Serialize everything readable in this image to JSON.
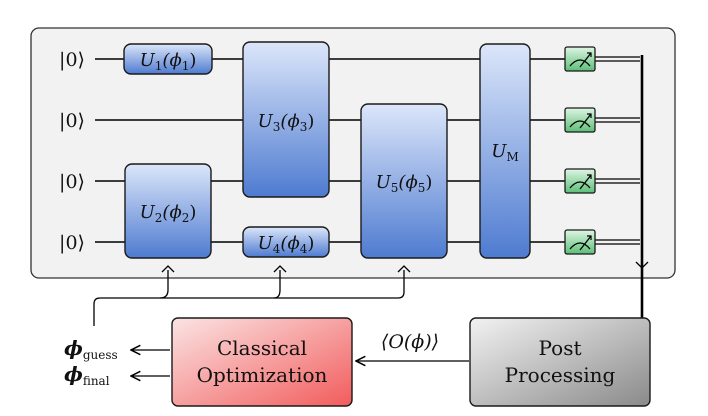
{
  "colors": {
    "panel_fill": "#f2f2f2",
    "gate_top": "#dce6fa",
    "gate_bottom": "#4e7bd0",
    "meter_top": "#dff5e4",
    "meter_bottom": "#5cbf78",
    "classical_top": "#fbe4e4",
    "classical_bottom": "#f25c5c",
    "post_top": "#f2f2f2",
    "post_bottom": "#8a8a8a",
    "line": "#000000"
  },
  "circuit": {
    "qubit_inputs": [
      "|0⟩",
      "|0⟩",
      "|0⟩",
      "|0⟩"
    ],
    "gates": [
      {
        "id": "U1",
        "label": "U",
        "sub": "1",
        "arg": "(ϕ",
        "argsub": "1",
        "close": ")"
      },
      {
        "id": "U2",
        "label": "U",
        "sub": "2",
        "arg": "(ϕ",
        "argsub": "2",
        "close": ")"
      },
      {
        "id": "U3",
        "label": "U",
        "sub": "3",
        "arg": "(ϕ",
        "argsub": "3",
        "close": ")"
      },
      {
        "id": "U4",
        "label": "U",
        "sub": "4",
        "arg": "(ϕ",
        "argsub": "4",
        "close": ")"
      },
      {
        "id": "U5",
        "label": "U",
        "sub": "5",
        "arg": "(ϕ",
        "argsub": "5",
        "close": ")"
      },
      {
        "id": "UM",
        "label": "U",
        "sub": "M"
      }
    ],
    "measurement_icon": "meter-icon"
  },
  "classical_optimization": {
    "line1": "Classical",
    "line2": "Optimization"
  },
  "post_processing": {
    "line1": "Post",
    "line2": "Processing"
  },
  "expectation_label": "⟨O(ϕ)⟩",
  "outputs": {
    "guess": {
      "symbol": "ϕ",
      "sub": "guess"
    },
    "final": {
      "symbol": "ϕ",
      "sub": "final"
    }
  }
}
